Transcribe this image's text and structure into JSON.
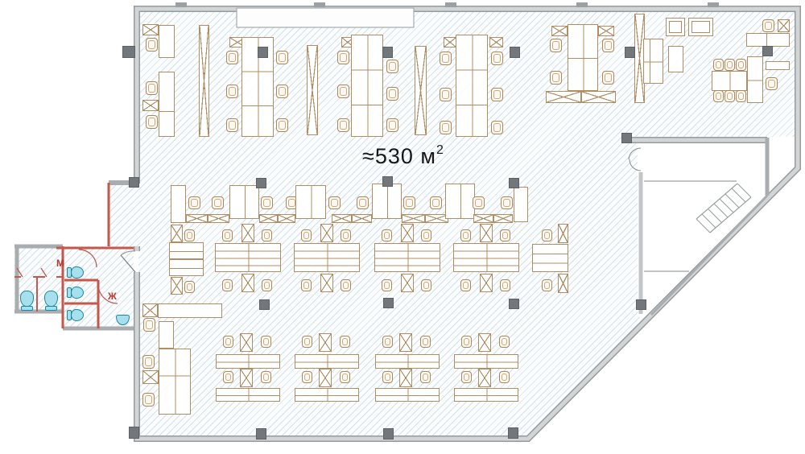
{
  "labels": {
    "area_value": "≈530 м",
    "area_sup": "2",
    "wc_men": "М",
    "wc_women": "Ж"
  },
  "colors": {
    "floor_hatch": "#91b2cd",
    "wall_dark": "#9aa0a2",
    "wall_light": "#d2d5d6",
    "furniture": "#b08d63",
    "red_wall": "#c4584b",
    "fixture_stroke": "#1887a0",
    "fixture_fill": "#a7e0ec",
    "column": "#71777b",
    "text": "#161616",
    "wc_label": "#b23b2c"
  },
  "items": [
    [
      "xbox",
      177,
      30,
      20,
      14
    ],
    [
      "desk",
      197,
      31,
      20,
      41
    ],
    [
      "chair",
      181,
      47,
      15,
      17
    ],
    [
      "desk",
      197,
      89,
      20,
      81,
      {
        "l": [
          0.6
        ]
      }
    ],
    [
      "chair",
      181,
      101,
      15,
      17
    ],
    [
      "xbox",
      177,
      124,
      20,
      14
    ],
    [
      "chair",
      181,
      143,
      15,
      17
    ],
    [
      "xbox",
      247,
      31,
      13,
      139
    ],
    [
      "xbox",
      285,
      46,
      20,
      13
    ],
    [
      "chair",
      281,
      63,
      15,
      17
    ],
    [
      "chair",
      281,
      105,
      15,
      17
    ],
    [
      "chair",
      281,
      147,
      15,
      17
    ],
    [
      "desk",
      300,
      46,
      40,
      124,
      {
        "vl": [
          0.5
        ],
        "l": [
          0.34,
          0.68
        ]
      }
    ],
    [
      "chair",
      343,
      63,
      15,
      17
    ],
    [
      "chair",
      343,
      105,
      15,
      17
    ],
    [
      "chair",
      343,
      147,
      15,
      17
    ],
    [
      "xbox",
      381,
      56,
      14,
      112
    ],
    [
      "xbox",
      424,
      46,
      16,
      13
    ],
    [
      "chair",
      419,
      63,
      15,
      17
    ],
    [
      "chair",
      419,
      105,
      15,
      17
    ],
    [
      "chair",
      419,
      147,
      15,
      17
    ],
    [
      "desk",
      436,
      43,
      40,
      127,
      {
        "vl": [
          0.5
        ],
        "l": [
          0.34,
          0.68
        ]
      }
    ],
    [
      "chair",
      480,
      74,
      15,
      17
    ],
    [
      "chair",
      480,
      108,
      15,
      17
    ],
    [
      "chair",
      480,
      147,
      15,
      17
    ],
    [
      "xbox",
      515,
      57,
      15,
      111
    ],
    [
      "xbox",
      551,
      46,
      16,
      13
    ],
    [
      "xbox",
      608,
      46,
      17,
      13
    ],
    [
      "chair",
      546,
      64,
      15,
      17
    ],
    [
      "chair",
      546,
      109,
      15,
      17
    ],
    [
      "chair",
      546,
      150,
      15,
      17
    ],
    [
      "desk",
      566,
      43,
      40,
      127,
      {
        "vl": [
          0.5
        ],
        "l": [
          0.34,
          0.68
        ]
      }
    ],
    [
      "chair",
      610,
      64,
      15,
      17
    ],
    [
      "chair",
      610,
      109,
      15,
      17
    ],
    [
      "chair",
      610,
      150,
      15,
      17
    ],
    [
      "xbox",
      685,
      32,
      20,
      13
    ],
    [
      "xbox",
      743,
      32,
      20,
      13
    ],
    [
      "chair",
      683,
      48,
      15,
      17
    ],
    [
      "chair",
      683,
      88,
      15,
      17
    ],
    [
      "desk",
      705,
      30,
      38,
      83,
      {
        "vl": [
          0.5
        ],
        "l": [
          0.5
        ]
      }
    ],
    [
      "chair",
      748,
      48,
      15,
      17
    ],
    [
      "chair",
      748,
      88,
      15,
      17
    ],
    [
      "xbox",
      678,
      113,
      44,
      15
    ],
    [
      "xbox",
      722,
      113,
      43,
      15
    ],
    [
      "xbox",
      788,
      17,
      13,
      111
    ],
    [
      "sofa",
      799,
      48,
      25,
      56,
      {
        "vl": [
          0.3
        ],
        "l": [
          0.5
        ]
      }
    ],
    [
      "arm",
      827,
      22,
      24,
      23
    ],
    [
      "arm",
      855,
      22,
      31,
      23
    ],
    [
      "desk",
      830,
      57,
      19,
      33
    ],
    [
      "chair",
      886,
      73,
      13,
      15
    ],
    [
      "chair",
      900,
      73,
      13,
      15
    ],
    [
      "chair",
      914,
      73,
      13,
      15
    ],
    [
      "desk",
      884,
      88,
      44,
      25,
      {
        "vl": [
          0.5
        ]
      }
    ],
    [
      "chair",
      886,
      112,
      13,
      15
    ],
    [
      "chair",
      900,
      112,
      13,
      15
    ],
    [
      "chair",
      914,
      112,
      13,
      15
    ],
    [
      "chair",
      947,
      24,
      15,
      16
    ],
    [
      "xbox",
      966,
      24,
      15,
      16
    ],
    [
      "desk",
      927,
      41,
      54,
      17,
      {
        "vl": [
          0.45
        ]
      }
    ],
    [
      "desk",
      928,
      70,
      20,
      58,
      {
        "l": [
          0.5
        ]
      }
    ],
    [
      "desk",
      951,
      76,
      30,
      11
    ],
    [
      "chair",
      951,
      96,
      15,
      16
    ],
    [
      "desk",
      212,
      230,
      19,
      47
    ],
    [
      "chair",
      234,
      244,
      15,
      16
    ],
    [
      "xbox",
      231,
      266,
      27,
      11
    ],
    [
      "xbox",
      258,
      266,
      27,
      11
    ],
    [
      "chair",
      263,
      244,
      15,
      16
    ],
    [
      "desk",
      285,
      230,
      37,
      42,
      {
        "vl": [
          0.5
        ]
      }
    ],
    [
      "chair",
      324,
      244,
      15,
      16
    ],
    [
      "xbox",
      322,
      266,
      23,
      11
    ],
    [
      "xbox",
      345,
      266,
      22,
      11
    ],
    [
      "chair",
      355,
      244,
      15,
      16
    ],
    [
      "desk",
      367,
      230,
      38,
      42,
      {
        "vl": [
          0.5
        ]
      }
    ],
    [
      "chair",
      408,
      244,
      15,
      16
    ],
    [
      "xbox",
      412,
      266,
      25,
      11
    ],
    [
      "xbox",
      437,
      266,
      25,
      11
    ],
    [
      "chair",
      443,
      244,
      15,
      16
    ],
    [
      "desk",
      462,
      228,
      37,
      44,
      {
        "vl": [
          0.5
        ]
      }
    ],
    [
      "chair",
      501,
      244,
      15,
      16
    ],
    [
      "xbox",
      499,
      266,
      29,
      11
    ],
    [
      "xbox",
      528,
      266,
      29,
      11
    ],
    [
      "chair",
      534,
      244,
      15,
      16
    ],
    [
      "desk",
      553,
      228,
      37,
      44,
      {
        "vl": [
          0.5
        ]
      }
    ],
    [
      "chair",
      587,
      244,
      15,
      16
    ],
    [
      "xbox",
      588,
      266,
      25,
      11
    ],
    [
      "xbox",
      613,
      266,
      24,
      11
    ],
    [
      "chair",
      622,
      244,
      15,
      16
    ],
    [
      "desk",
      638,
      232,
      18,
      44
    ],
    [
      "xbox",
      212,
      279,
      15,
      22
    ],
    [
      "chair",
      229,
      285,
      13,
      15
    ],
    [
      "desk",
      210,
      301,
      43,
      21,
      {
        "l": [
          0.5
        ]
      }
    ],
    [
      "desk",
      210,
      322,
      43,
      21,
      {
        "l": [
          0.5
        ]
      }
    ],
    [
      "xbox",
      212,
      344,
      15,
      22
    ],
    [
      "chair",
      229,
      349,
      13,
      15
    ],
    [
      "xbox",
      300,
      278,
      16,
      23
    ],
    [
      "chair",
      276,
      285,
      13,
      15
    ],
    [
      "chair",
      325,
      285,
      13,
      15
    ],
    [
      "desk",
      267,
      302,
      82,
      36,
      {
        "vl": [
          0.5
        ],
        "l": [
          0.25,
          0.5,
          0.75
        ]
      }
    ],
    [
      "xbox",
      300,
      340,
      16,
      23
    ],
    [
      "chair",
      276,
      347,
      13,
      15
    ],
    [
      "chair",
      325,
      347,
      13,
      15
    ],
    [
      "xbox",
      398,
      278,
      16,
      23
    ],
    [
      "chair",
      374,
      285,
      13,
      15
    ],
    [
      "chair",
      423,
      285,
      13,
      15
    ],
    [
      "desk",
      365,
      302,
      82,
      36,
      {
        "vl": [
          0.5
        ],
        "l": [
          0.25,
          0.5,
          0.75
        ]
      }
    ],
    [
      "xbox",
      398,
      340,
      16,
      23
    ],
    [
      "chair",
      374,
      347,
      13,
      15
    ],
    [
      "chair",
      423,
      347,
      13,
      15
    ],
    [
      "xbox",
      498,
      278,
      16,
      23
    ],
    [
      "chair",
      474,
      285,
      13,
      15
    ],
    [
      "chair",
      523,
      285,
      13,
      15
    ],
    [
      "desk",
      465,
      302,
      82,
      36,
      {
        "vl": [
          0.5
        ],
        "l": [
          0.25,
          0.5,
          0.75
        ]
      }
    ],
    [
      "xbox",
      498,
      340,
      16,
      23
    ],
    [
      "chair",
      474,
      347,
      13,
      15
    ],
    [
      "chair",
      523,
      347,
      13,
      15
    ],
    [
      "xbox",
      596,
      278,
      16,
      23
    ],
    [
      "chair",
      572,
      285,
      13,
      15
    ],
    [
      "chair",
      621,
      285,
      13,
      15
    ],
    [
      "desk",
      563,
      302,
      82,
      36,
      {
        "vl": [
          0.5
        ],
        "l": [
          0.25,
          0.5,
          0.75
        ]
      }
    ],
    [
      "xbox",
      596,
      340,
      16,
      23
    ],
    [
      "chair",
      572,
      347,
      13,
      15
    ],
    [
      "chair",
      621,
      347,
      13,
      15
    ],
    [
      "xbox",
      693,
      278,
      13,
      24
    ],
    [
      "chair",
      673,
      285,
      13,
      15
    ],
    [
      "desk",
      661,
      303,
      45,
      35,
      {
        "l": [
          0.33,
          0.66
        ]
      }
    ],
    [
      "xbox",
      693,
      340,
      13,
      24
    ],
    [
      "chair",
      673,
      347,
      13,
      15
    ],
    [
      "chair",
      277,
      417,
      13,
      15
    ],
    [
      "chair",
      324,
      417,
      13,
      15
    ],
    [
      "xbox",
      298,
      414,
      16,
      23
    ],
    [
      "desk",
      268,
      440,
      80,
      18,
      {
        "vl": [
          0.5
        ],
        "l": [
          0.5
        ]
      }
    ],
    [
      "chair",
      277,
      461,
      13,
      15
    ],
    [
      "chair",
      324,
      461,
      13,
      15
    ],
    [
      "xbox",
      298,
      458,
      16,
      23
    ],
    [
      "desk",
      268,
      482,
      80,
      17,
      {
        "vl": [
          0.5
        ],
        "l": [
          0.5
        ]
      }
    ],
    [
      "chair",
      375,
      417,
      13,
      15
    ],
    [
      "chair",
      422,
      417,
      13,
      15
    ],
    [
      "xbox",
      396,
      414,
      16,
      23
    ],
    [
      "desk",
      366,
      440,
      80,
      18,
      {
        "vl": [
          0.5
        ],
        "l": [
          0.5
        ]
      }
    ],
    [
      "chair",
      375,
      461,
      13,
      15
    ],
    [
      "chair",
      422,
      461,
      13,
      15
    ],
    [
      "xbox",
      396,
      458,
      16,
      23
    ],
    [
      "desk",
      366,
      482,
      80,
      17,
      {
        "vl": [
          0.5
        ],
        "l": [
          0.5
        ]
      }
    ],
    [
      "chair",
      475,
      417,
      13,
      15
    ],
    [
      "chair",
      522,
      417,
      13,
      15
    ],
    [
      "xbox",
      496,
      414,
      16,
      23
    ],
    [
      "desk",
      466,
      440,
      80,
      18,
      {
        "vl": [
          0.5
        ],
        "l": [
          0.5
        ]
      }
    ],
    [
      "chair",
      475,
      461,
      13,
      15
    ],
    [
      "chair",
      522,
      461,
      13,
      15
    ],
    [
      "xbox",
      496,
      458,
      16,
      23
    ],
    [
      "desk",
      466,
      482,
      80,
      17,
      {
        "vl": [
          0.5
        ],
        "l": [
          0.5
        ]
      }
    ],
    [
      "chair",
      573,
      417,
      13,
      15
    ],
    [
      "chair",
      620,
      417,
      13,
      15
    ],
    [
      "xbox",
      594,
      414,
      16,
      23
    ],
    [
      "desk",
      564,
      440,
      80,
      18,
      {
        "vl": [
          0.5
        ],
        "l": [
          0.5
        ]
      }
    ],
    [
      "chair",
      573,
      461,
      13,
      15
    ],
    [
      "chair",
      620,
      461,
      13,
      15
    ],
    [
      "xbox",
      594,
      458,
      16,
      23
    ],
    [
      "desk",
      564,
      482,
      80,
      17,
      {
        "vl": [
          0.5
        ],
        "l": [
          0.5
        ]
      }
    ],
    [
      "xbox",
      177,
      377,
      19,
      17
    ],
    [
      "desk",
      196,
      377,
      80,
      18
    ],
    [
      "chair",
      178,
      395,
      15,
      17
    ],
    [
      "desk",
      197,
      399,
      19,
      34
    ],
    [
      "xbox",
      177,
      460,
      20,
      17
    ],
    [
      "desk",
      197,
      433,
      40,
      82,
      {
        "vl": [
          0.5
        ],
        "l": [
          0.4
        ]
      }
    ],
    [
      "chair",
      177,
      441,
      15,
      17
    ],
    [
      "chair",
      177,
      488,
      15,
      17
    ],
    [
      "wcU",
      25,
      361,
      17,
      25
    ],
    [
      "wcU",
      55,
      361,
      17,
      25
    ],
    [
      "wcL",
      83,
      331,
      21,
      15
    ],
    [
      "wcL",
      83,
      356,
      21,
      15
    ],
    [
      "wcL",
      83,
      384,
      21,
      15
    ],
    [
      "sink",
      144,
      391,
      17,
      13
    ],
    [
      "col",
      152,
      57,
      16,
      15
    ],
    [
      "col",
      320,
      58,
      13,
      14
    ],
    [
      "col",
      475,
      58,
      13,
      14
    ],
    [
      "col",
      633,
      58,
      13,
      14
    ],
    [
      "col",
      776,
      58,
      13,
      14
    ],
    [
      "col",
      947,
      57,
      13,
      13
    ],
    [
      "col",
      160,
      220,
      13,
      13
    ],
    [
      "col",
      318,
      221,
      13,
      13
    ],
    [
      "col",
      475,
      219,
      13,
      13
    ],
    [
      "col",
      632,
      221,
      13,
      13
    ],
    [
      "col",
      322,
      372,
      13,
      13
    ],
    [
      "col",
      476,
      370,
      13,
      13
    ],
    [
      "col",
      632,
      371,
      13,
      13
    ],
    [
      "col",
      790,
      372,
      13,
      13
    ],
    [
      "col",
      772,
      165,
      13,
      13
    ],
    [
      "col",
      160,
      530,
      13,
      15
    ],
    [
      "col",
      318,
      532,
      13,
      14
    ],
    [
      "col",
      476,
      532,
      13,
      14
    ],
    [
      "col",
      631,
      531,
      13,
      14
    ],
    [
      "tick",
      218,
      3,
      14,
      6
    ],
    [
      "tick",
      390,
      3,
      14,
      6
    ],
    [
      "tick",
      553,
      3,
      14,
      6
    ],
    [
      "tick",
      716,
      3,
      14,
      6
    ],
    [
      "tick",
      879,
      3,
      14,
      6
    ]
  ]
}
